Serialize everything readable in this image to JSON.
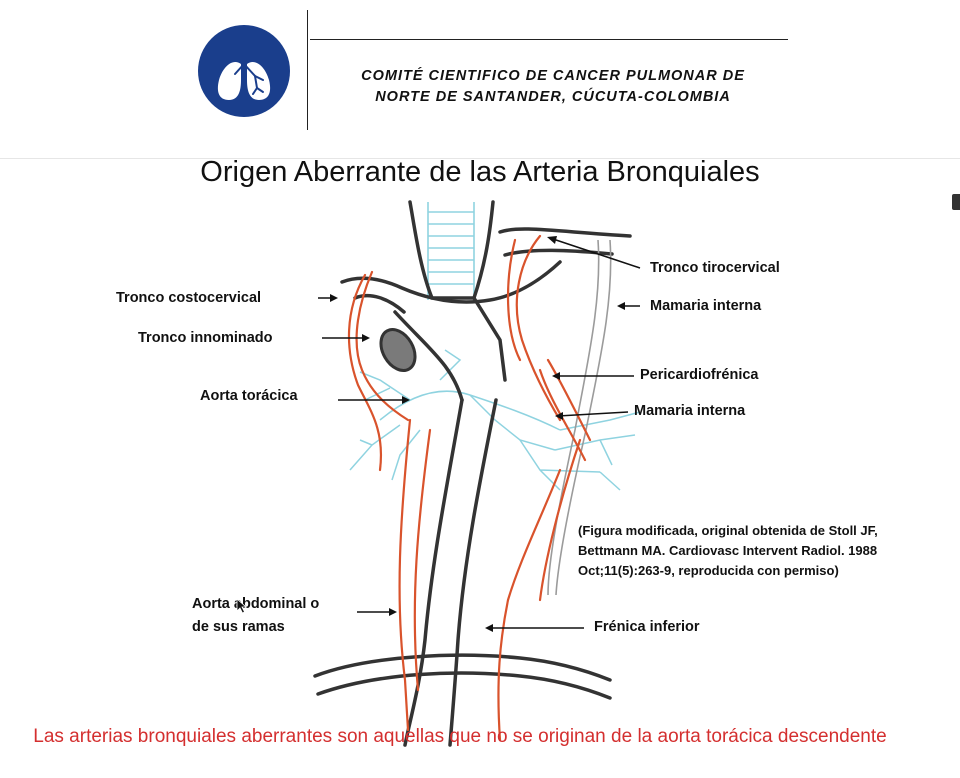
{
  "header": {
    "org_line1": "COMITÉ CIENTIFICO DE CANCER PULMONAR DE",
    "org_line2": "NORTE DE SANTANDER, CÚCUTA-COLOMBIA"
  },
  "slide": {
    "title": "Origen Aberrante de las Arteria Bronquiales",
    "labels": {
      "tronco_costocervical": "Tronco costocervical",
      "tronco_innominado": "Tronco innominado",
      "aorta_toracica": "Aorta torácica",
      "aorta_abdominal_1": "Aorta abdominal o",
      "aorta_abdominal_2": "de sus ramas",
      "tronco_tirocervical": "Tronco tirocervical",
      "mamaria_interna_1": "Mamaria interna",
      "pericardiofrenica": "Pericardiofrénica",
      "mamaria_interna_2": "Mamaria interna",
      "frenica_inferior": "Frénica inferior"
    },
    "citation": {
      "line1": "(Figura modificada, original obtenida de Stoll JF,",
      "line2": "Bettmann MA. Cardiovasc Intervent Radiol. 1988",
      "line3": "Oct;11(5):263-9, reproducida con permiso)"
    },
    "footer": "Las arterias bronquiales aberrantes son aquellas que no se originan de la aorta torácica descendente"
  },
  "colors": {
    "logo_blue": "#1a3e8c",
    "artery_red": "#d9532c",
    "airway_cyan": "#8fd3e0",
    "outline": "#333333",
    "footer_red": "#d42f2f"
  }
}
